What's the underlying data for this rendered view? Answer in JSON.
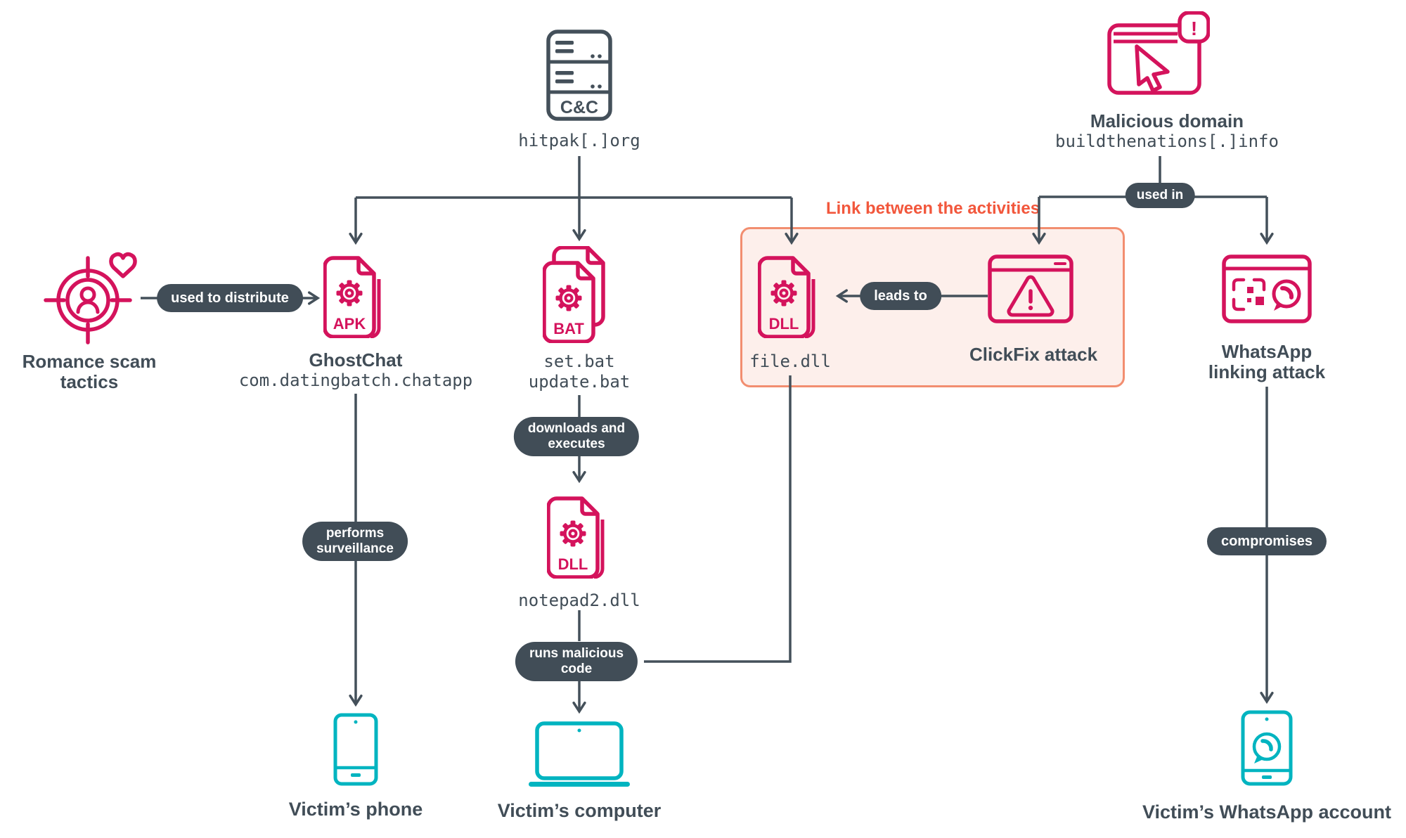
{
  "colors": {
    "line_dark": "#44505a",
    "pill_bg": "#414d57",
    "text_dark": "#414d57",
    "accent_pink": "#d4135c",
    "accent_teal": "#00b4c0",
    "highlight_orange": "#f2573c",
    "highlight_border": "#f28e70",
    "highlight_fill": "#fdefeb"
  },
  "highlight_box": {
    "title": "Link between the activities"
  },
  "nodes": {
    "cnc_server": {
      "icon_text": "C&C",
      "domain": "hitpak[.]org"
    },
    "malicious_domain": {
      "name": "Malicious domain",
      "domain": "buildthenations[.]info",
      "alert_glyph": "!"
    },
    "romance_scam": {
      "line1": "Romance scam",
      "line2": "tactics"
    },
    "ghostchat": {
      "file_type": "APK",
      "name": "GhostChat",
      "package": "com.datingbatch.chatapp"
    },
    "bat_files": {
      "file_type": "BAT",
      "file1": "set.bat",
      "file2": "update.bat"
    },
    "file_dll": {
      "file_type": "DLL",
      "filename": "file.dll"
    },
    "clickfix": {
      "name": "ClickFix attack"
    },
    "whatsapp_linking": {
      "line1": "WhatsApp",
      "line2": "linking attack"
    },
    "notepad2_dll": {
      "file_type": "DLL",
      "filename": "notepad2.dll"
    },
    "victim_phone": {
      "name": "Victim’s phone"
    },
    "victim_computer": {
      "name": "Victim’s computer"
    },
    "victim_whatsapp": {
      "name": "Victim’s WhatsApp account"
    }
  },
  "edge_labels": {
    "used_to_distribute": "used to distribute",
    "leads_to": "leads to",
    "used_in": "used in",
    "downloads_and_executes": {
      "line1": "downloads and",
      "line2": "executes"
    },
    "performs_surveillance": {
      "line1": "performs",
      "line2": "surveillance"
    },
    "runs_malicious_code": {
      "line1": "runs malicious",
      "line2": "code"
    },
    "compromises": "compromises"
  }
}
